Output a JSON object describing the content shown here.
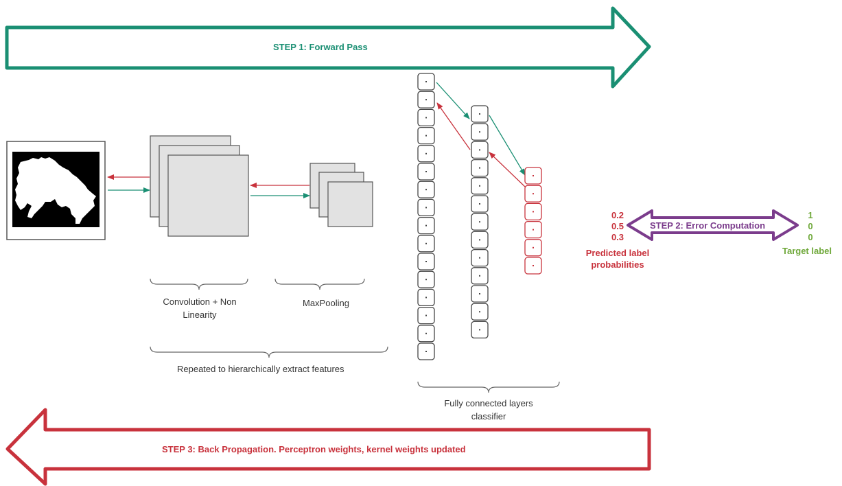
{
  "colors": {
    "forward": "#1a8f73",
    "backward": "#c8323c",
    "error": "#7b3c8c",
    "target": "#6fa83a",
    "feature_map_fill": "#e2e2e2",
    "node_border": "#444444"
  },
  "step1": {
    "label": "STEP 1: Forward Pass"
  },
  "step2": {
    "label": "STEP 2: Error Computation"
  },
  "step3": {
    "label": "STEP 3: Back Propagation. Perceptron weights, kernel weights updated"
  },
  "conv": {
    "caption": "Convolution + Non Linearity"
  },
  "pool": {
    "caption": "MaxPooling"
  },
  "repeated": {
    "caption": "Repeated to hierarchically extract features"
  },
  "fc": {
    "caption": "Fully connected layers classifier"
  },
  "fc_layers": {
    "layer1_nodes": 16,
    "layer2_nodes": 13,
    "output_nodes": 6
  },
  "predicted": {
    "values": [
      "0.2",
      "0.5",
      "0.3"
    ],
    "caption": "Predicted label probabilities"
  },
  "target": {
    "values": [
      "1",
      "0",
      "0"
    ],
    "caption": "Target label"
  },
  "input_image": {
    "icon": "binary-segmentation-mask-image"
  }
}
